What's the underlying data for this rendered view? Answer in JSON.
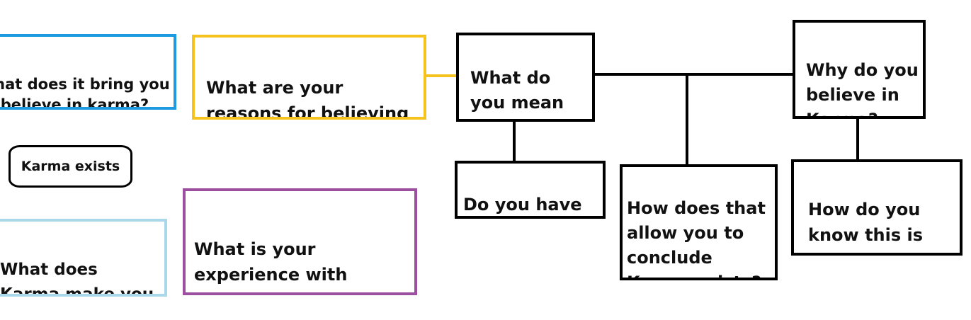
{
  "diagram": {
    "left_column": {
      "top_box": "What does it bring you to believe in karma?",
      "middle_oval": "Karma exists",
      "bottom_box": "What does Karma make you do?"
    },
    "reasons_box": "What are your reasons for believing in Karma?",
    "experience_box": "What is your experience with karma?",
    "mean_box": "What do you mean by Karma?",
    "why_box": "Why do you believe in Karma?",
    "example_box": "Do you have an example?",
    "conclude_box": "How does that allow you to conclude Karma exists?",
    "know_box": "How do you know this is the case?"
  },
  "colors": {
    "blue": "#1e9be0",
    "yellow": "#f6c21d",
    "light_blue": "#a8d8ea",
    "purple": "#9b4f9e",
    "black": "#000000"
  }
}
